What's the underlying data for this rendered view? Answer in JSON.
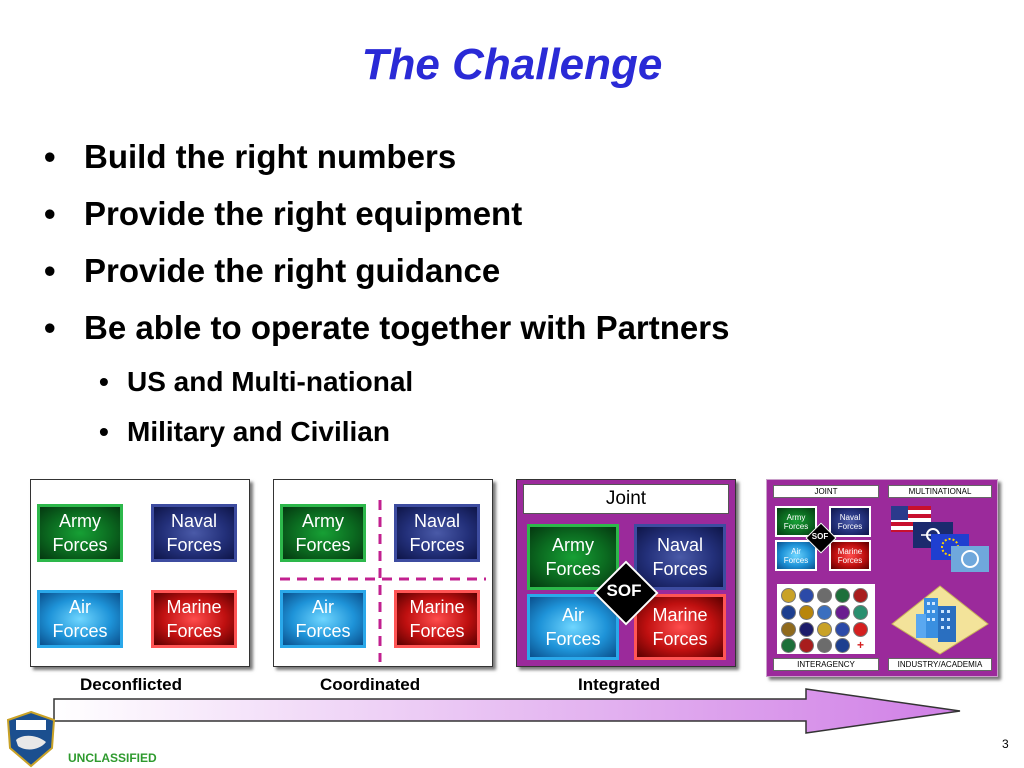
{
  "title": "The Challenge",
  "bullets": [
    "Build the right numbers",
    "Provide the right equipment",
    "Provide the right guidance",
    "Be able to operate together with Partners"
  ],
  "sub_bullets": [
    "US and Multi-national",
    "Military and Civilian"
  ],
  "bullet_glyph": "•",
  "forces": {
    "army": [
      "Army",
      "Forces"
    ],
    "naval": [
      "Naval",
      "Forces"
    ],
    "air": [
      "Air",
      "Forces"
    ],
    "marine": [
      "Marine",
      "Forces"
    ]
  },
  "joint_header": "Joint",
  "sof": "SOF",
  "quadrants": {
    "joint": "JOINT",
    "multinational": "MULTINATIONAL",
    "interagency": "INTERAGENCY",
    "industry": "INDUSTRY/ACADEMIA"
  },
  "stages": [
    "Deconflicted",
    "Coordinated",
    "Integrated"
  ],
  "classification": "UNCLASSIFIED",
  "page_number": "3",
  "colors": {
    "title": "#2a2ad6",
    "army": "#0b6a20",
    "naval": "#23307a",
    "air": "#1e93d8",
    "marine": "#c01010",
    "joint_panel": "#9b2a9b",
    "arrow": "#d78ae8",
    "classification": "#2e9a2e"
  }
}
